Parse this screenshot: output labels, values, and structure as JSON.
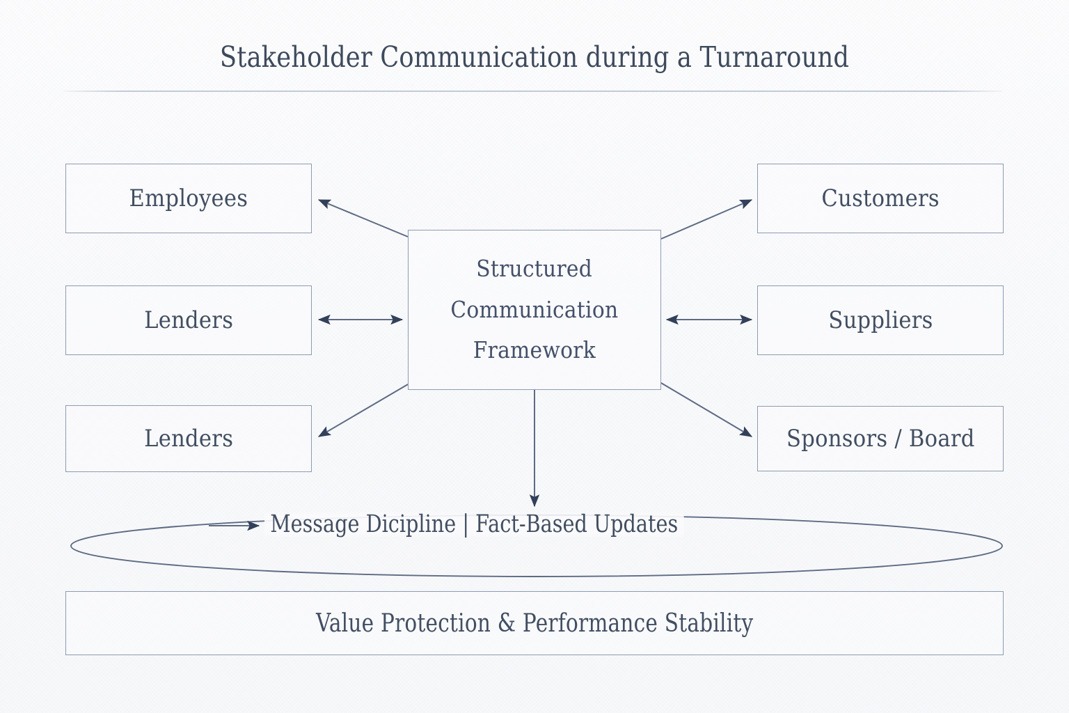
{
  "header": {
    "title": "Stakeholder Communication during a Turnaround"
  },
  "diagram": {
    "center": {
      "line1": "Structured",
      "line2": "Communication",
      "line3": "Framework"
    },
    "left_nodes": [
      {
        "label": "Employees"
      },
      {
        "label": "Lenders"
      },
      {
        "label": "Lenders"
      }
    ],
    "right_nodes": [
      {
        "label": "Customers"
      },
      {
        "label": "Suppliers"
      },
      {
        "label": "Sponsors / Board"
      }
    ],
    "loop_caption": "Message Dicipline | Fact-Based Updates",
    "outcome": "Value Protection & Performance Stability",
    "connectors": [
      {
        "name": "center-to-employees",
        "kind": "arrow-single",
        "from": "Structured Communication Framework",
        "to": "Employees"
      },
      {
        "name": "center-to-lenders-upper",
        "kind": "arrow-double",
        "from": "Structured Communication Framework",
        "to": "Lenders"
      },
      {
        "name": "center-to-lenders-lower",
        "kind": "arrow-single",
        "from": "Structured Communication Framework",
        "to": "Lenders"
      },
      {
        "name": "center-to-customers",
        "kind": "arrow-single",
        "from": "Structured Communication Framework",
        "to": "Customers"
      },
      {
        "name": "center-to-suppliers",
        "kind": "arrow-double",
        "from": "Structured Communication Framework",
        "to": "Suppliers"
      },
      {
        "name": "center-to-sponsors",
        "kind": "arrow-single",
        "from": "Structured Communication Framework",
        "to": "Sponsors / Board"
      },
      {
        "name": "center-to-loop",
        "kind": "arrow-single",
        "from": "Structured Communication Framework",
        "to": "Message Dicipline | Fact-Based Updates"
      },
      {
        "name": "feedback-loop",
        "kind": "ellipse-loop",
        "from": "Message Dicipline | Fact-Based Updates",
        "to": "Message Dicipline | Fact-Based Updates"
      }
    ]
  },
  "colors": {
    "background": "#fbfbfc",
    "stroke": "#8e9bb0",
    "text": "#414e61",
    "title_text": "#3d4a5c",
    "arrow": "#3c4a60",
    "rule": "#c2cad8"
  }
}
